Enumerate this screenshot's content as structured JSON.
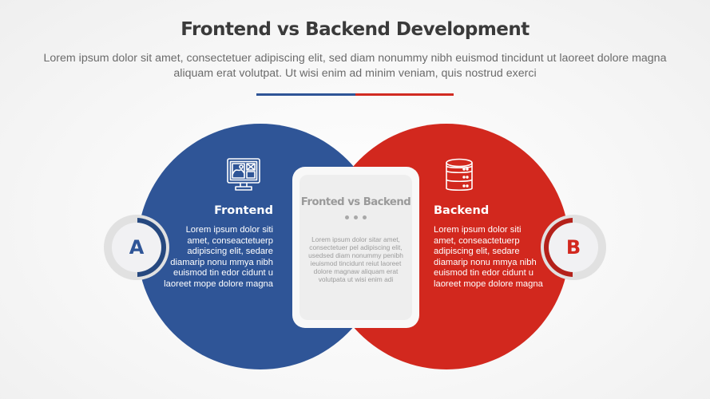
{
  "header": {
    "title": "Frontend vs Backend Development",
    "subtitle": "Lorem ipsum dolor sit amet, consectetuer adipiscing elit, sed diam nonummy nibh euismod tincidunt ut laoreet dolore magna aliquam erat volutpat. Ut wisi enim ad minim veniam, quis nostrud exerci",
    "underline_colors": [
      "#2f5597",
      "#d12b22"
    ]
  },
  "colors": {
    "frontend": "#2f5597",
    "backend": "#d2281e",
    "card_bg": "#eeeeee",
    "badge_ring": "#e1e1e1"
  },
  "left": {
    "badge": "A",
    "icon": "monitor-icon",
    "title": "Frontend",
    "text": "Lorem ipsum dolor siti amet, conseactetuerp adipiscing elit, sedare diamarip nonu mmya nibh euismod tin edor cidunt u laoreet mope dolore magna"
  },
  "right": {
    "badge": "B",
    "icon": "database-icon",
    "title": "Backend",
    "text": "Lorem ipsum dolor siti amet, conseactetuerp adipiscing elit, sedare diamarip nonu mmya nibh euismod tin edor cidunt u laoreet mope dolore magna"
  },
  "center": {
    "title": "Fronted vs Backend",
    "dots": 3,
    "text": "Lorem ipsum dolor sitar amet, consectetuer pel adipiscing elit, usedsed diam nonummy penibh ieuismod tincidunt reiut laoreet dolore magnaw aliquam erat volutpata ut wisi enim adi"
  }
}
